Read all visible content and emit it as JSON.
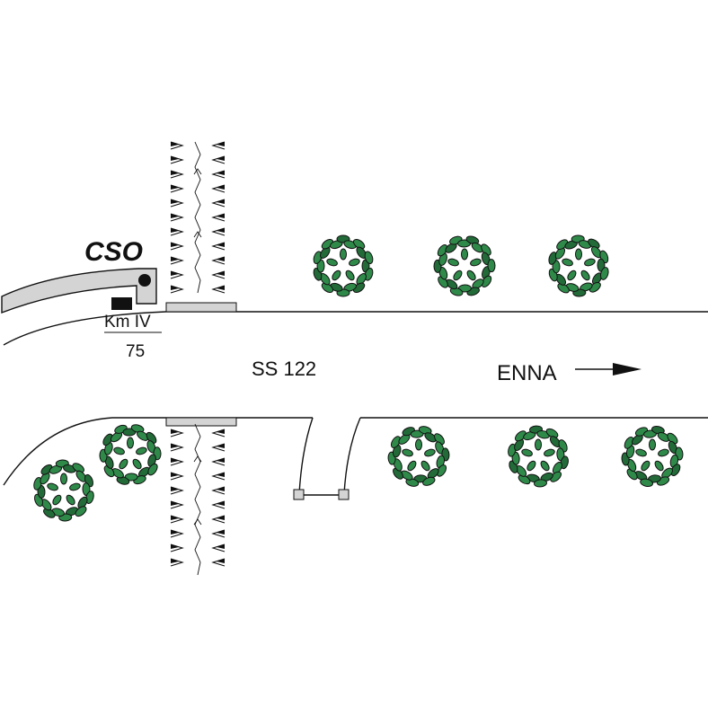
{
  "map": {
    "station_label": "CSO",
    "km_label": "Km IV",
    "km_value": "75",
    "road_label": "SS 122",
    "destination_label": "ENNA",
    "colors": {
      "tree_leaf": "#2f8a4a",
      "tree_leaf_dark": "#226b38",
      "structure_fill": "#d4d4d4",
      "line": "#111111"
    },
    "icons": {
      "tree": "tree-icon",
      "station": "station-shelter-icon",
      "direction": "arrow-right-icon",
      "channel": "river-channel-icon"
    }
  }
}
